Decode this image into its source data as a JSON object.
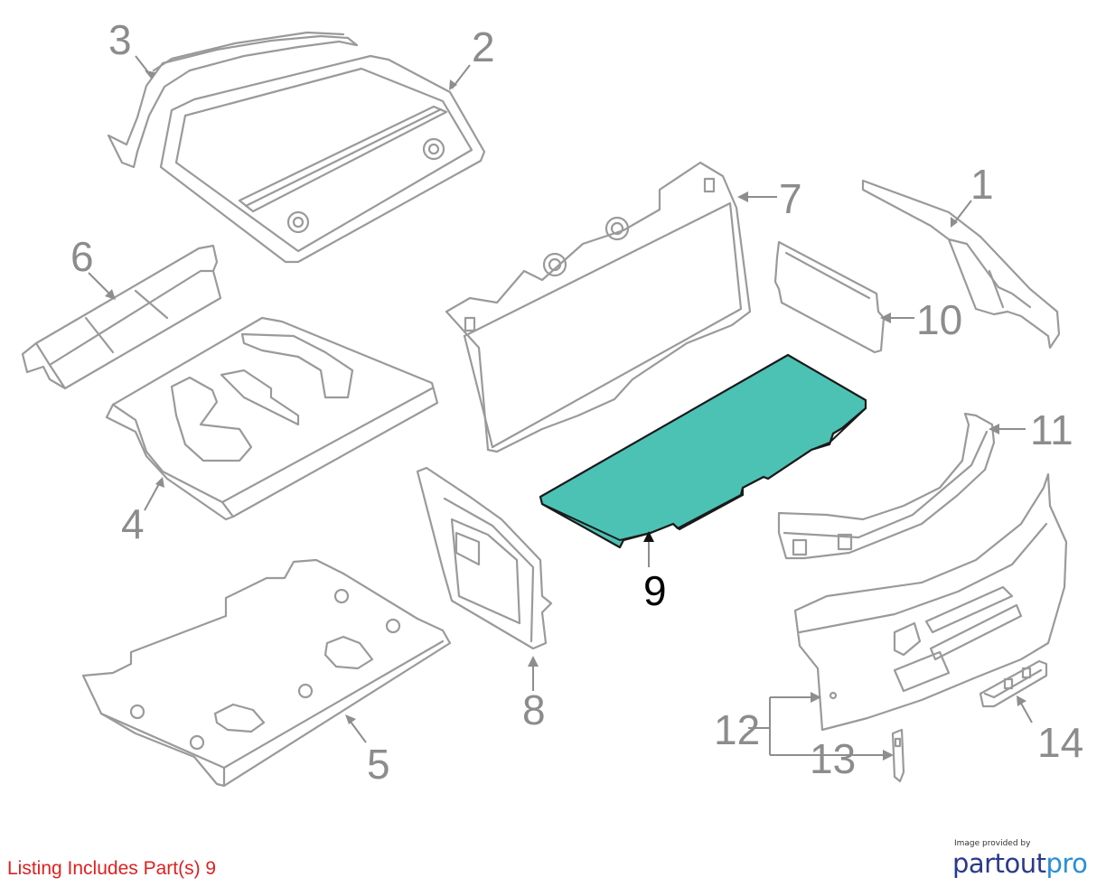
{
  "diagram": {
    "highlight_color": "#4cc2b5",
    "line_color": "#9a9a9a",
    "highlighted_part": "9",
    "callouts": [
      "1",
      "2",
      "3",
      "4",
      "5",
      "6",
      "7",
      "8",
      "9",
      "10",
      "11",
      "12",
      "13",
      "14"
    ]
  },
  "footer": {
    "listing_text": "Listing Includes Part(s) 9",
    "listing_color": "#e02020",
    "credit_line": "Image provided by",
    "logo_part1": "partout",
    "logo_part2": "pro"
  }
}
